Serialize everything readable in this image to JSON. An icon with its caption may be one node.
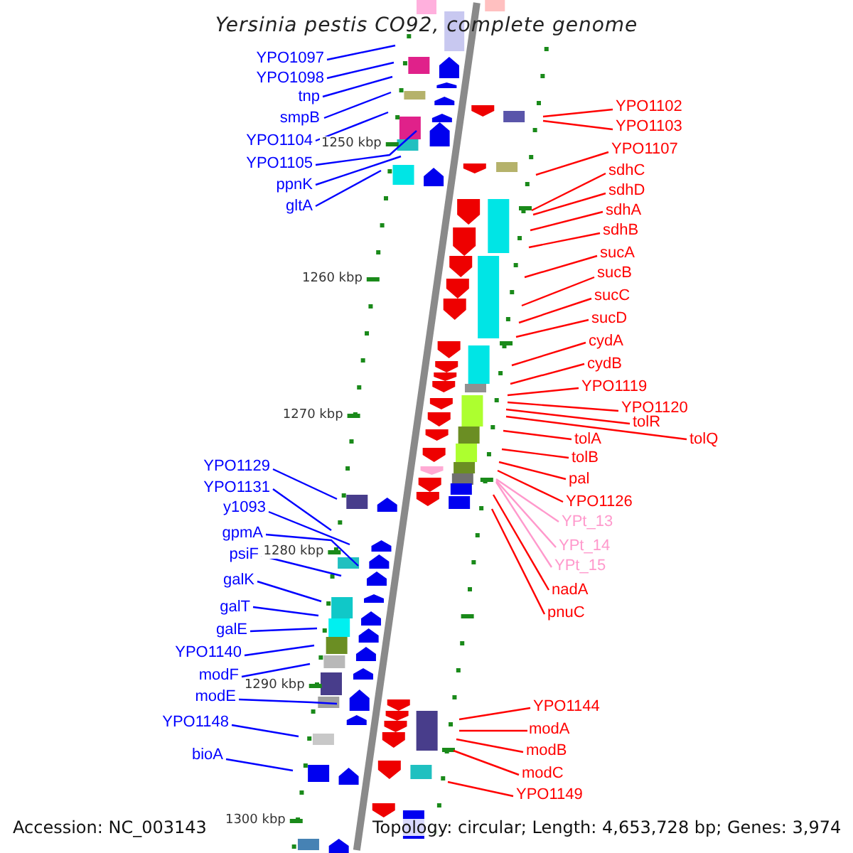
{
  "diagram": {
    "title": "Yersinia pestis CO92, complete genome",
    "nodes": [
      {
        "text": [
          "YPO1097"
        ]
      },
      {
        "text": [
          "YPO1098"
        ]
      },
      {
        "text": [
          "tnp"
        ]
      },
      {
        "text": [
          "smpB"
        ]
      },
      {
        "text": [
          "YPO1104"
        ]
      },
      {
        "text": [
          "YPO1105"
        ]
      },
      {
        "text": [
          "ppnK"
        ]
      },
      {
        "text": [
          "gltA"
        ]
      },
      {
        "text": [
          "YPO1102"
        ]
      },
      {
        "text": [
          "YPO1103"
        ]
      },
      {
        "text": [
          "YPO1107"
        ]
      },
      {
        "text": [
          "sdhC"
        ]
      },
      {
        "text": [
          "sdhD"
        ]
      },
      {
        "text": [
          "sdhA"
        ]
      },
      {
        "text": [
          "sdhB"
        ]
      },
      {
        "text": [
          "sucA"
        ]
      },
      {
        "text": [
          "sucB"
        ]
      },
      {
        "text": [
          "sucC"
        ]
      },
      {
        "text": [
          "sucD"
        ]
      },
      {
        "text": [
          "cydA"
        ]
      },
      {
        "text": [
          "cydB"
        ]
      },
      {
        "text": [
          "YPO1119"
        ]
      },
      {
        "text": [
          "YPO1120"
        ]
      },
      {
        "text": [
          "tolR"
        ]
      },
      {
        "text": [
          "tolQ"
        ]
      },
      {
        "text": [
          "tolA"
        ]
      },
      {
        "text": [
          "tolB"
        ]
      },
      {
        "text": [
          "pal"
        ]
      },
      {
        "text": [
          "YPO1126"
        ]
      },
      {
        "text": [
          "YPt_13"
        ]
      },
      {
        "text": [
          "YPt_14"
        ]
      },
      {
        "text": [
          "YPt_15"
        ]
      },
      {
        "text": [
          "nadA"
        ]
      },
      {
        "text": [
          "pnuC"
        ]
      },
      {
        "text": [
          "YPO1129"
        ]
      },
      {
        "text": [
          "YPO1131"
        ]
      },
      {
        "text": [
          "y1093"
        ]
      },
      {
        "text": [
          "gpmA"
        ]
      },
      {
        "text": [
          "psiF"
        ]
      },
      {
        "text": [
          "galK"
        ]
      },
      {
        "text": [
          "galT"
        ]
      },
      {
        "text": [
          "galE"
        ]
      },
      {
        "text": [
          "YPO1140"
        ]
      },
      {
        "text": [
          "modF"
        ]
      },
      {
        "text": [
          "modE"
        ]
      },
      {
        "text": [
          "YPO1148"
        ]
      },
      {
        "text": [
          "bioA"
        ]
      },
      {
        "text": [
          "YPO1144"
        ]
      },
      {
        "text": [
          "modA"
        ]
      },
      {
        "text": [
          "modB"
        ]
      },
      {
        "text": [
          "modC"
        ]
      },
      {
        "text": [
          "YPO1149"
        ]
      }
    ],
    "edges": [
      {
        "from": 0,
        "to": null,
        "arrow": "none",
        "color": "#0000ff"
      },
      {
        "from": 1,
        "to": null,
        "arrow": "none",
        "color": "#0000ff"
      },
      {
        "from": 2,
        "to": null,
        "arrow": "none",
        "color": "#0000ff"
      },
      {
        "from": 3,
        "to": null,
        "arrow": "none",
        "color": "#0000ff"
      },
      {
        "from": 4,
        "to": null,
        "arrow": "none",
        "color": "#0000ff"
      },
      {
        "from": 5,
        "to": null,
        "arrow": "none",
        "color": "#0000ff"
      },
      {
        "from": 6,
        "to": null,
        "arrow": "none",
        "color": "#0000ff"
      },
      {
        "from": 7,
        "to": null,
        "arrow": "none",
        "color": "#0000ff"
      },
      {
        "from": 8,
        "to": null,
        "arrow": "none"
      },
      {
        "from": 9,
        "to": null,
        "arrow": "none"
      },
      {
        "from": 10,
        "to": null,
        "arrow": "none"
      },
      {
        "from": 11,
        "to": null,
        "arrow": "none"
      },
      {
        "from": 12,
        "to": null,
        "arrow": "none"
      },
      {
        "from": 13,
        "to": null,
        "arrow": "none"
      },
      {
        "from": 14,
        "to": null,
        "arrow": "none"
      },
      {
        "from": 15,
        "to": null,
        "arrow": "none"
      },
      {
        "from": 16,
        "to": null,
        "arrow": "none"
      },
      {
        "from": 17,
        "to": null,
        "arrow": "none"
      },
      {
        "from": 18,
        "to": null,
        "arrow": "none"
      },
      {
        "from": 19,
        "to": null,
        "arrow": "none"
      },
      {
        "from": 20,
        "to": null,
        "arrow": "none"
      },
      {
        "from": 21,
        "to": null,
        "arrow": "none"
      },
      {
        "from": 22,
        "to": null,
        "arrow": "none"
      },
      {
        "from": 23,
        "to": null,
        "arrow": "none"
      },
      {
        "from": 24,
        "to": null,
        "arrow": "none"
      },
      {
        "from": 25,
        "to": null,
        "arrow": "none"
      },
      {
        "from": 26,
        "to": null,
        "arrow": "none"
      },
      {
        "from": 27,
        "to": null,
        "arrow": "none"
      },
      {
        "from": 28,
        "to": null,
        "arrow": "none"
      },
      {
        "from": 29,
        "to": null,
        "arrow": "none",
        "color": "#ff99cc"
      },
      {
        "from": 30,
        "to": null,
        "arrow": "none",
        "color": "#ff99cc"
      },
      {
        "from": 31,
        "to": null,
        "arrow": "none",
        "color": "#ff99cc"
      },
      {
        "from": 32,
        "to": null,
        "arrow": "none"
      },
      {
        "from": 33,
        "to": null,
        "arrow": "none"
      },
      {
        "from": 34,
        "to": null,
        "arrow": "none",
        "color": "#0000ff"
      },
      {
        "from": 35,
        "to": null,
        "arrow": "none",
        "color": "#0000ff"
      },
      {
        "from": 36,
        "to": null,
        "arrow": "none",
        "color": "#0000ff"
      },
      {
        "from": 37,
        "to": null,
        "arrow": "none",
        "color": "#0000ff"
      },
      {
        "from": 38,
        "to": null,
        "arrow": "none",
        "color": "#0000ff"
      },
      {
        "from": 39,
        "to": null,
        "arrow": "none",
        "color": "#0000ff"
      },
      {
        "from": 40,
        "to": null,
        "arrow": "none",
        "color": "#0000ff"
      },
      {
        "from": 41,
        "to": null,
        "arrow": "none",
        "color": "#0000ff"
      },
      {
        "from": 42,
        "to": null,
        "arrow": "none",
        "color": "#0000ff"
      },
      {
        "from": 43,
        "to": null,
        "arrow": "none",
        "color": "#0000ff"
      },
      {
        "from": 44,
        "to": null,
        "arrow": "none",
        "color": "#0000ff"
      },
      {
        "from": 45,
        "to": null,
        "arrow": "none",
        "color": "#0000ff"
      },
      {
        "from": 46,
        "to": null,
        "arrow": "none",
        "color": "#0000ff"
      },
      {
        "from": 47,
        "to": null,
        "arrow": "none"
      },
      {
        "from": 48,
        "to": null,
        "arrow": "none"
      },
      {
        "from": 49,
        "to": null,
        "arrow": "none"
      },
      {
        "from": 50,
        "to": null,
        "arrow": "none"
      },
      {
        "from": 51,
        "to": null,
        "arrow": "none"
      }
    ],
    "labels": [
      "1250 kbp",
      "1260 kbp",
      "1270 kbp",
      "1280 kbp",
      "1290 kbp",
      "1300 kbp",
      "Accession: NC_003143",
      "Topology: circular; Length: 4,653,728 bp; Genes: 3,974"
    ]
  }
}
